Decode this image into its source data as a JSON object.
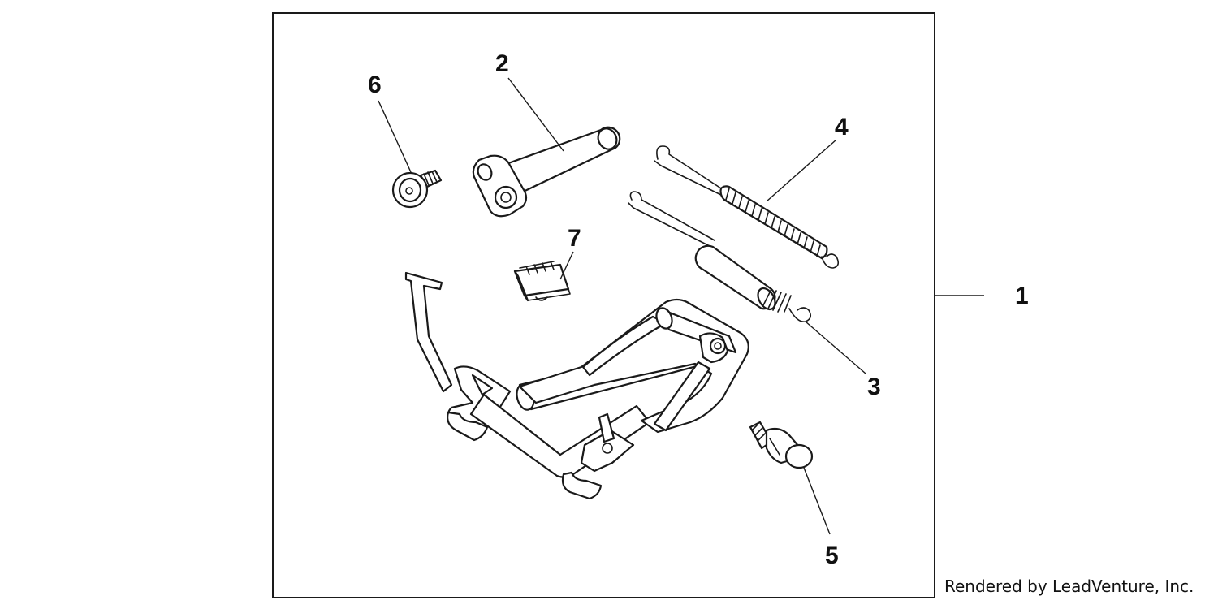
{
  "callouts": {
    "c1": "1",
    "c2": "2",
    "c3": "3",
    "c4": "4",
    "c5": "5",
    "c6": "6",
    "c7": "7"
  },
  "credit": "Rendered by LeadVenture, Inc.",
  "colors": {
    "line": "#1a1a1a",
    "background": "#ffffff"
  }
}
